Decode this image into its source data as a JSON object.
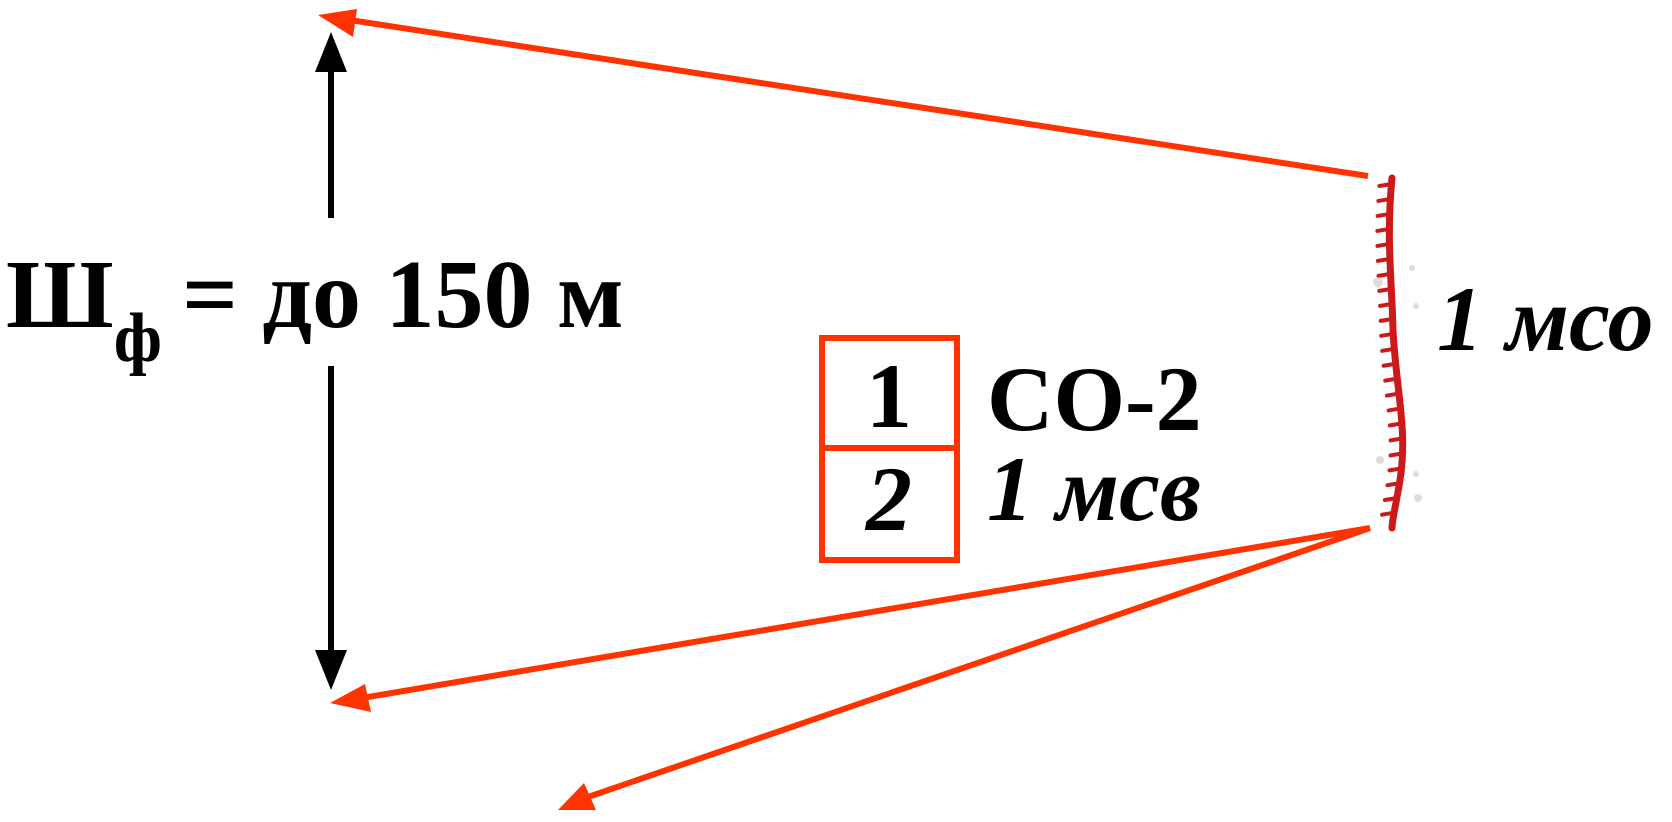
{
  "width_formula": {
    "main": "Ш",
    "subscript": "ф",
    "rest": "= до 150 м"
  },
  "table": {
    "rows": [
      {
        "number": "1",
        "label": "СО-2"
      },
      {
        "number": "2",
        "label": "1 мсв"
      }
    ]
  },
  "position_label": "1 мсо",
  "colors": {
    "arrow": "#ff3300",
    "dimension": "#000000",
    "trench": "#cc1a1a",
    "table_border": "#ff3300"
  },
  "icons": [
    "sector-arrow",
    "dimension-arrow",
    "trench-line"
  ]
}
